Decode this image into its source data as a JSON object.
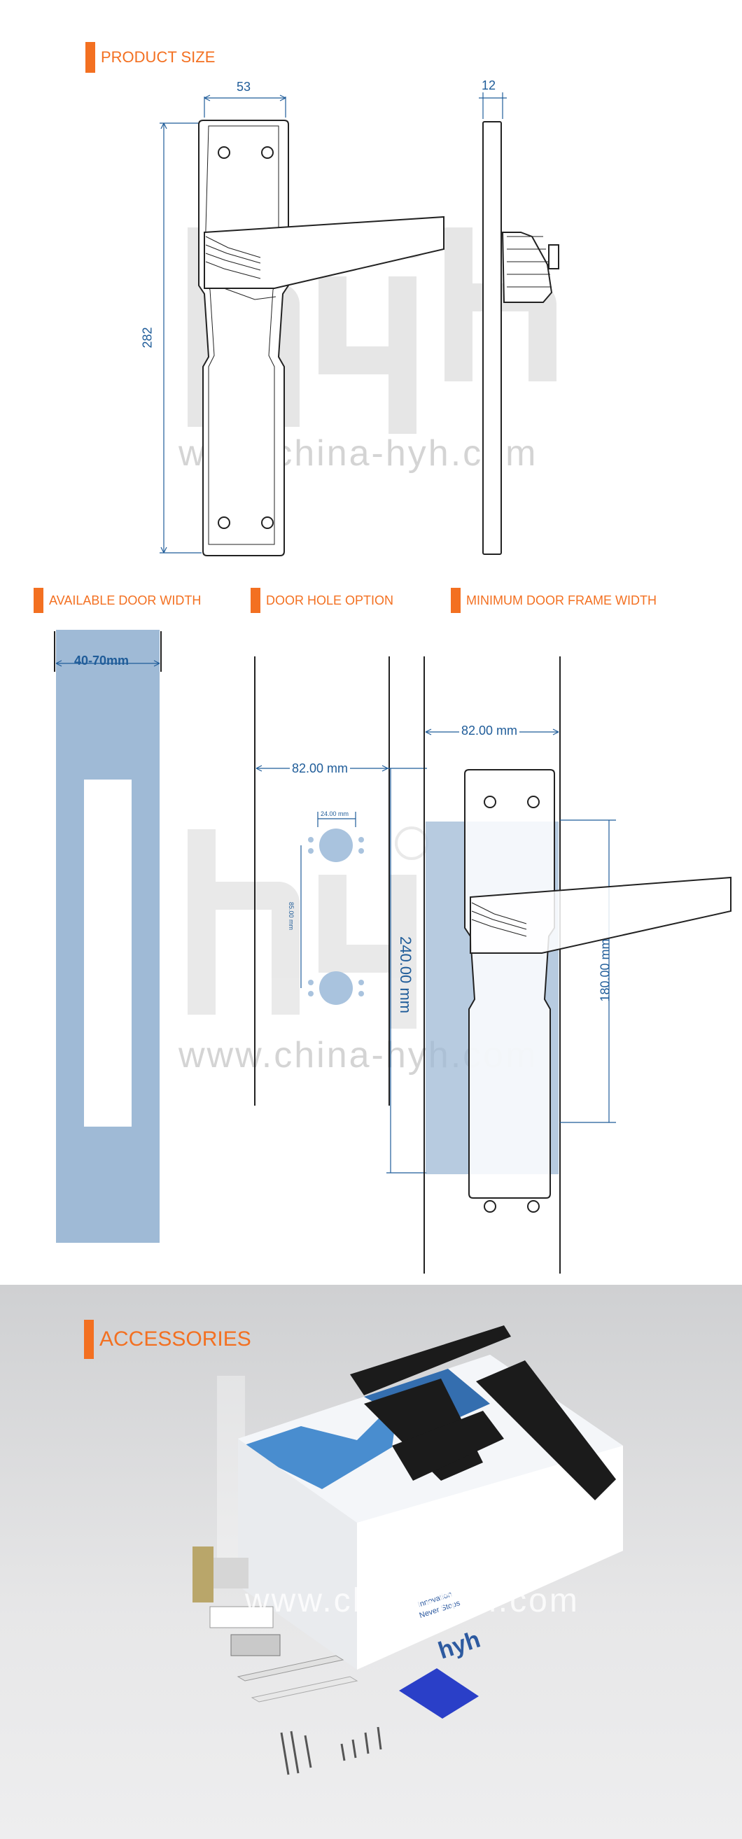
{
  "product_size": {
    "title": "PRODUCT SIZE",
    "width_label": "53",
    "depth_label": "12",
    "height_label": "282"
  },
  "available_door_width": {
    "title": "AVAILABLE DOOR WIDTH",
    "range_label": "40-70mm"
  },
  "door_hole_option": {
    "title": "DOOR HOLE OPTION",
    "width_label": "82.00 mm",
    "hole_dia_label": "24.00 mm",
    "hole_spacing_label": "85.00 mm",
    "height_label": "240.00 mm"
  },
  "minimum_door_frame_width": {
    "title": "MINIMUM DOOR FRAME WIDTH",
    "width_label": "82.00 mm",
    "height_label": "180.00 mm"
  },
  "accessories": {
    "title": "ACCESSORIES",
    "box_tagline_1": "Innovation",
    "box_tagline_2": "Never Stops"
  },
  "watermark": {
    "logo": "hyh",
    "url": "www.china-hyh.com"
  },
  "colors": {
    "accent": "#f37021",
    "dimension": "#1f5c99",
    "door_fill": "#9fbad6"
  }
}
